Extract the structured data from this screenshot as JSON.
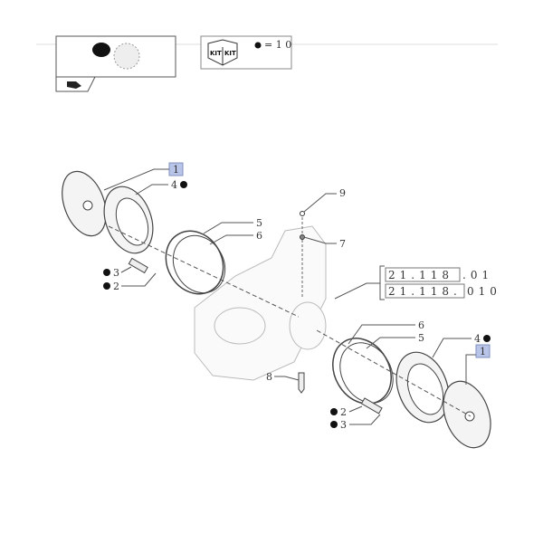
{
  "header": {
    "kit_icon_text": "KIT",
    "kit_legend": "= 1 0"
  },
  "callouts": {
    "c1_left": "1",
    "c4_left": "4",
    "c5_top": "5",
    "c6_top": "6",
    "c3_left": "3",
    "c2_left": "2",
    "c9": "9",
    "c7": "7",
    "c8": "8",
    "c6_bottom": "6",
    "c5_bottom": "5",
    "c4_right": "4",
    "c1_right": "1",
    "c2_bottom": "2",
    "c3_bottom": "3"
  },
  "references": [
    {
      "boxed": "21.118",
      "suffix": ".01"
    },
    {
      "boxed": "21.118.",
      "suffix": "010"
    }
  ],
  "colors": {
    "highlight_box": "#b8c4e8",
    "line": "#555555"
  }
}
